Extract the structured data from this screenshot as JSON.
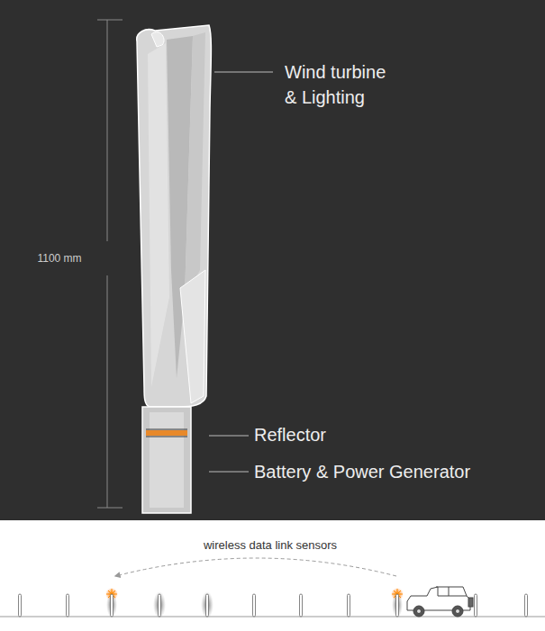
{
  "diagram": {
    "labels": [
      "Wind turbine & Lighting",
      "1100 mm",
      "Reflector",
      "Battery & Power Generator",
      "wireless data link sensors"
    ]
  }
}
